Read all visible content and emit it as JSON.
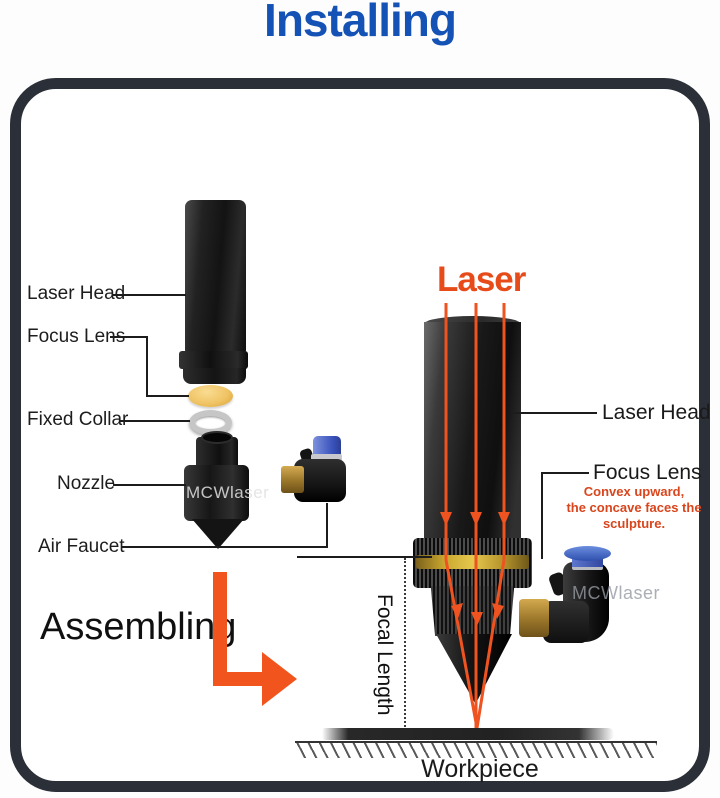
{
  "title": "Installing",
  "exploded": {
    "labels": [
      "Laser Head",
      "Focus Lens",
      "Fixed Collar",
      "Nozzle",
      "Air Faucet"
    ],
    "watermark": "MCWlaser",
    "caption": "Assembling"
  },
  "assembled": {
    "beam_label": "Laser",
    "laser_head_label": "Laser Head",
    "focus_lens_label": "Focus Lens",
    "note_lines": [
      "Convex upward,",
      "the concave faces the",
      "sculpture."
    ],
    "focal_length_label": "Focal Length",
    "workpiece_label": "Workpiece",
    "watermark": "MCWlaser"
  },
  "colors": {
    "title_blue": "#1452b5",
    "accent_orange": "#f2541d",
    "laser_orange": "#e84b1a",
    "note_red": "#d9451c",
    "lens_yellow": "#f0c465",
    "band_gold": "#c9a72e",
    "brass": "#ab8135",
    "connector_blue": "#4a63c8",
    "panel_border": "#2b3038"
  }
}
